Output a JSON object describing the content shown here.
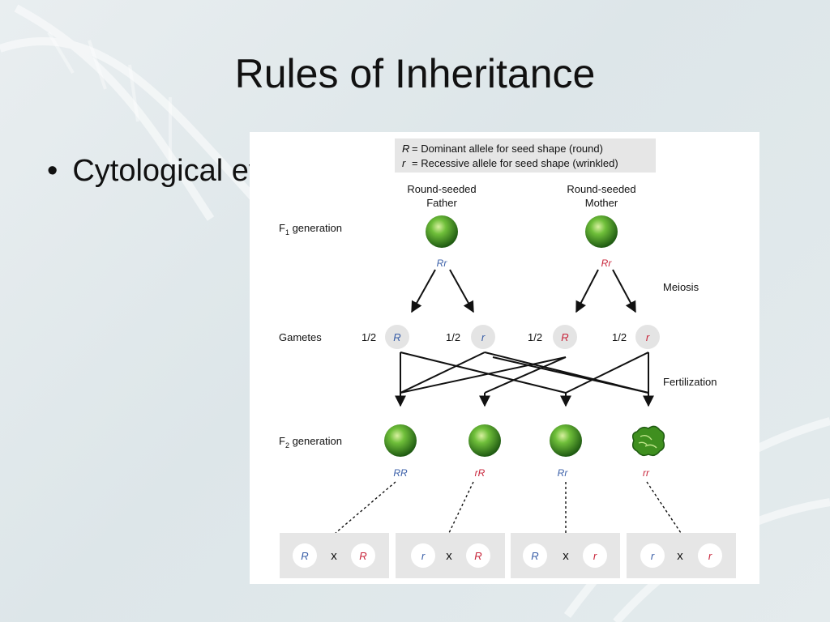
{
  "slide": {
    "title": "Rules of Inheritance",
    "bullet": "Cytological events"
  },
  "diagram": {
    "legend_line1": "= Dominant allele for seed shape (round)",
    "legend_line2": "= Recessive allele for seed shape (wrinkled)",
    "legend_sym1": "R",
    "legend_sym2": "r",
    "father_label_1": "Round-seeded",
    "father_label_2": "Father",
    "mother_label_1": "Round-seeded",
    "mother_label_2": "Mother",
    "f1_label": "F",
    "f1_sub": "1",
    "f1_rest": " generation",
    "f2_label": "F",
    "f2_sub": "2",
    "f2_rest": " generation",
    "gametes_label": "Gametes",
    "meiosis_label": "Meiosis",
    "fertilization_label": "Fertilization",
    "father_genotype": "Rr",
    "mother_genotype": "Rr",
    "fraction": "1/2",
    "gamete_1": "R",
    "gamete_2": "r",
    "gamete_3": "R",
    "gamete_4": "r",
    "f2_geno_1": "RR",
    "f2_geno_2": "rR",
    "f2_geno_3": "Rr",
    "f2_geno_4": "rr",
    "cross_x": "x",
    "box_1_left": "R",
    "box_1_right": "R",
    "box_2_left": "r",
    "box_2_right": "R",
    "box_3_left": "R",
    "box_3_right": "r",
    "box_4_left": "r",
    "box_4_right": "r",
    "colors": {
      "father_allele": "#3a5fa8",
      "mother_allele": "#c8243a",
      "pea_green": "#3f8f1f"
    }
  }
}
